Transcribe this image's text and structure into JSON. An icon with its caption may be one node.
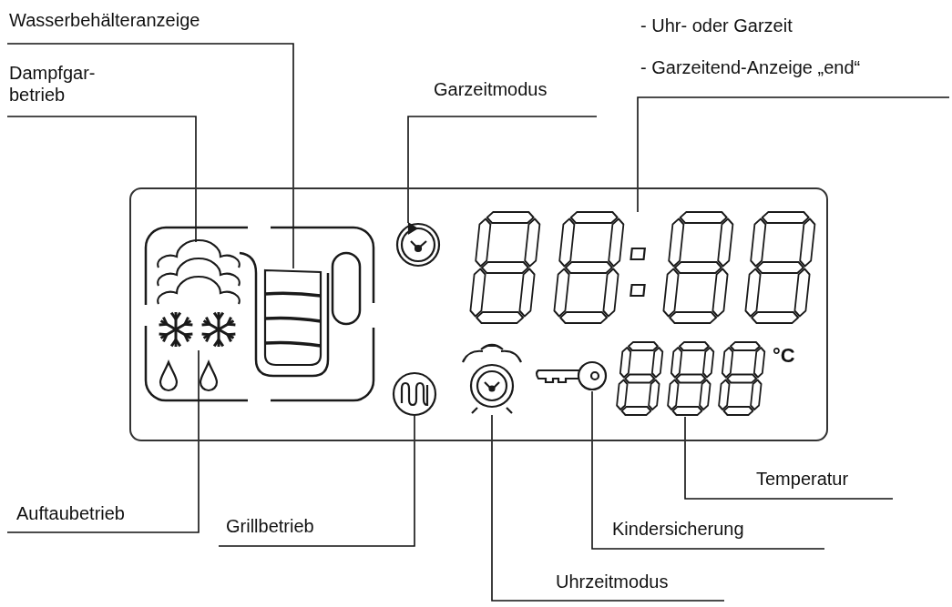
{
  "diagram": {
    "nodes": [
      {
        "text": [
          "Wasserbehälteranzeige"
        ]
      },
      {
        "text": [
          "Dampfgar- betrieb"
        ]
      },
      {
        "text": [
          "Garzeitmodus"
        ]
      },
      {
        "text": [
          "- Uhr- oder Garzeit",
          "- Garzeitend-Anzeige „end“"
        ]
      },
      {
        "text": [
          "Auftaubetrieb"
        ]
      },
      {
        "text": [
          "Grillbetrieb"
        ]
      },
      {
        "text": [
          "Uhrzeitmodus"
        ]
      },
      {
        "text": [
          "Kindersicherung"
        ]
      },
      {
        "text": [
          "Temperatur"
        ]
      },
      {
        "text": [],
        "shape": "picture"
      },
      {
        "text": [],
        "shape": "picture"
      },
      {
        "text": [],
        "shape": "picture"
      },
      {
        "text": [],
        "shape": "picture"
      },
      {
        "text": [],
        "shape": "picture"
      },
      {
        "text": [],
        "shape": "picture"
      },
      {
        "text": [],
        "shape": "picture"
      },
      {
        "text": [],
        "shape": "picture"
      },
      {
        "text": [],
        "shape": "picture"
      }
    ],
    "edges": [
      {
        "from": 0,
        "to": 10,
        "arrow": "none"
      },
      {
        "from": 1,
        "to": 9,
        "arrow": "none"
      },
      {
        "from": 2,
        "to": 11,
        "arrow": "none"
      },
      {
        "from": 3,
        "to": 12,
        "arrow": "none"
      },
      {
        "from": 4,
        "to": 13,
        "arrow": "none"
      },
      {
        "from": 5,
        "to": 14,
        "arrow": "none"
      },
      {
        "from": 6,
        "to": 15,
        "arrow": "none"
      },
      {
        "from": 7,
        "to": 16,
        "arrow": "none"
      },
      {
        "from": 8,
        "to": 17,
        "arrow": "none"
      }
    ],
    "labels": [
      "°C"
    ]
  }
}
